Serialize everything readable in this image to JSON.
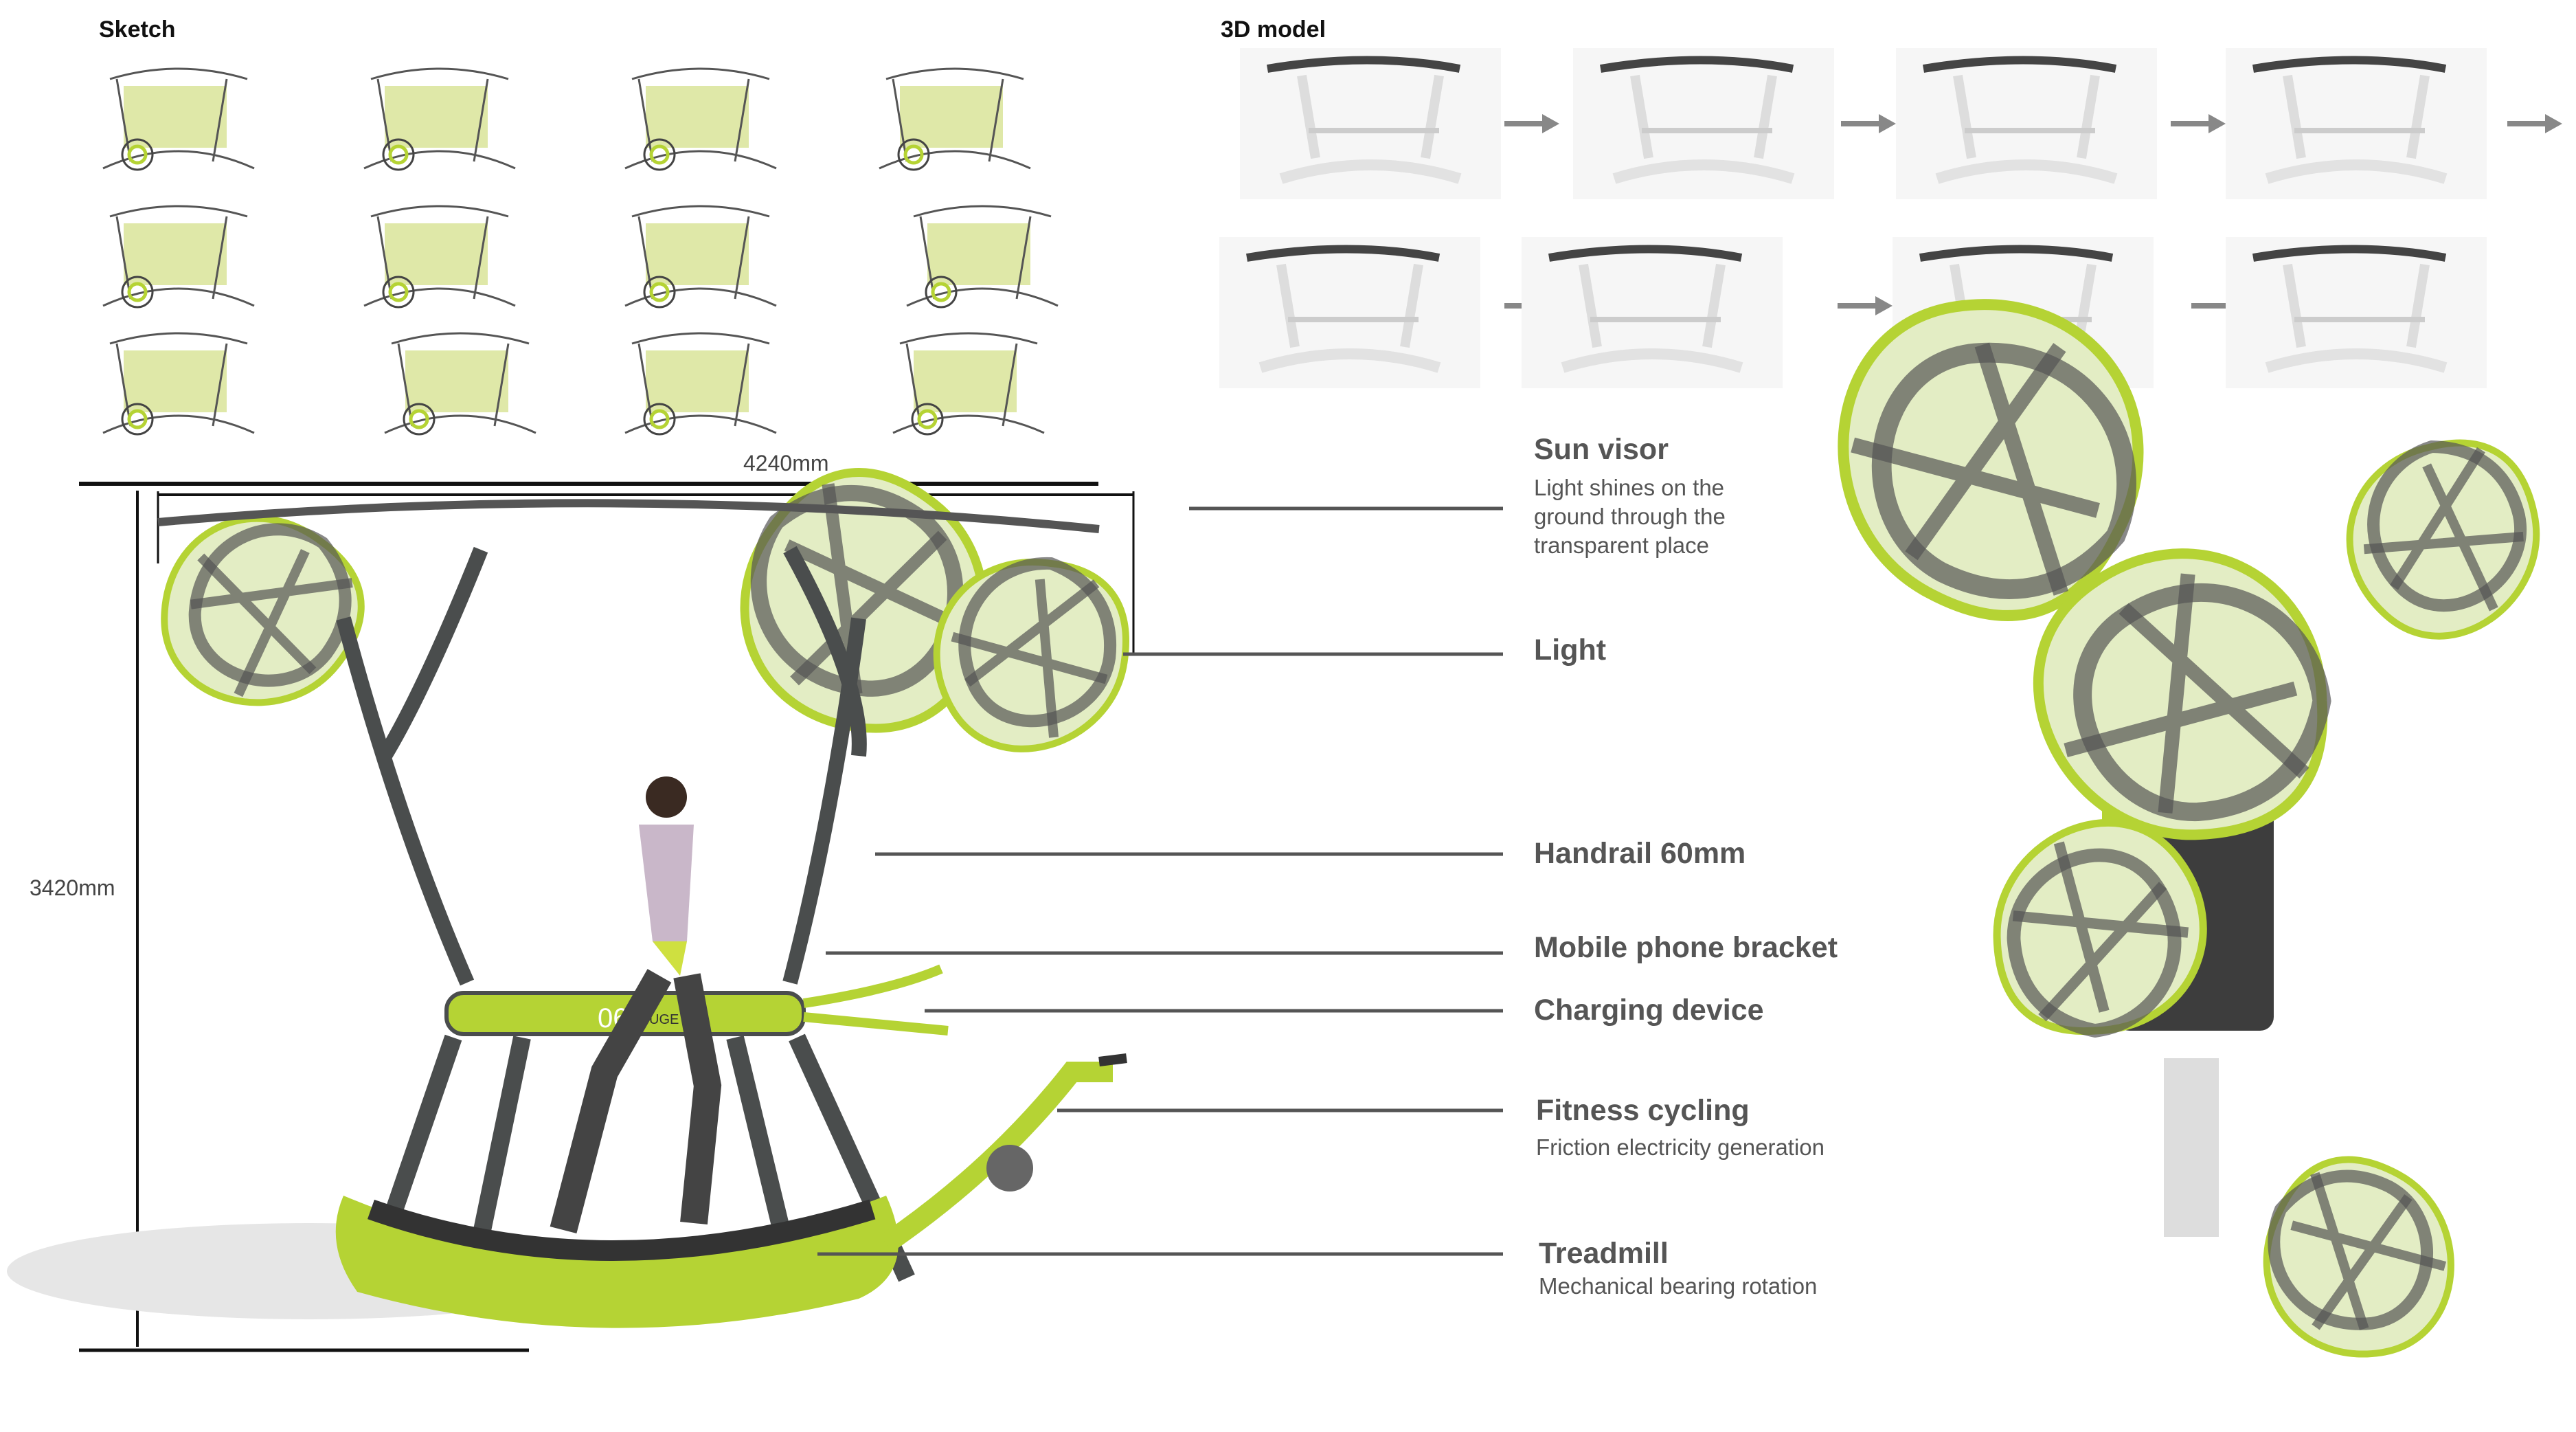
{
  "sections": {
    "sketch": "Sketch",
    "model": "3D model"
  },
  "dimensions": {
    "width": "4240mm",
    "height": "3420mm"
  },
  "callouts": [
    {
      "title": "Sun visor",
      "desc": [
        "Light shines on the",
        "ground through the",
        "transparent place"
      ]
    },
    {
      "title": "Light"
    },
    {
      "title": "Handrail  60mm"
    },
    {
      "title": "Mobile phone bracket"
    },
    {
      "title": "Charging device"
    },
    {
      "title": "Fitness cycling",
      "desc": [
        "Friction electricity generation"
      ]
    },
    {
      "title": "Treadmill",
      "desc": [
        "Mechanical bearing rotation"
      ]
    }
  ],
  "console_label": "06",
  "brand": "UGE",
  "colors": {
    "accent": "#b5d334",
    "frame": "#4a4d4d",
    "text": "#555555"
  }
}
